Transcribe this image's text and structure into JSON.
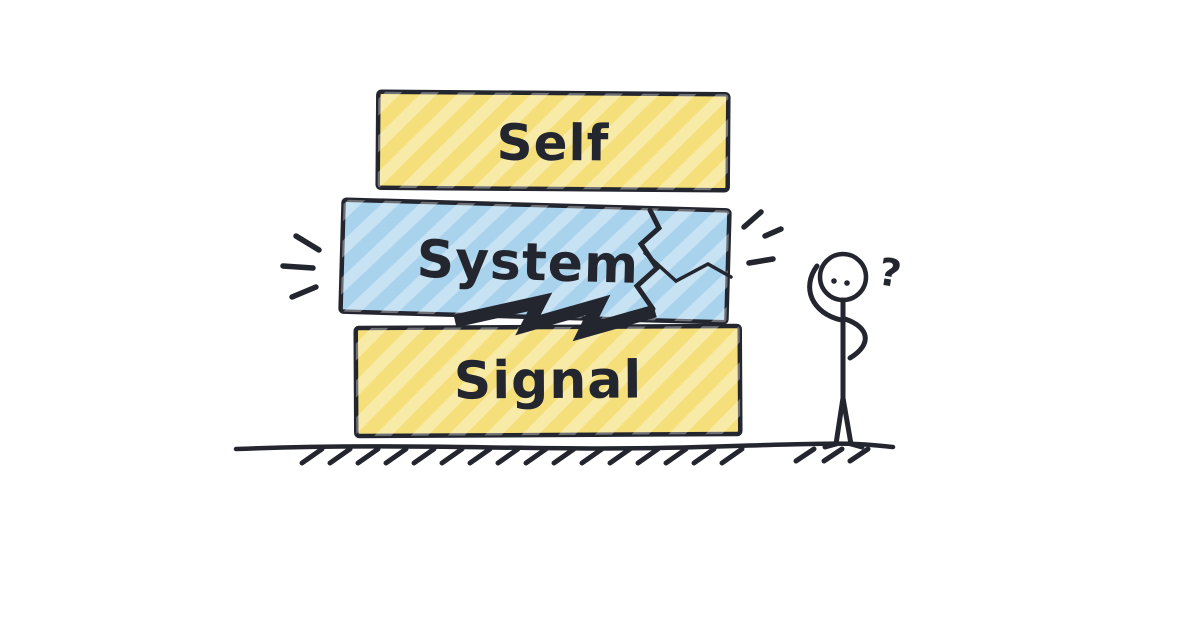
{
  "page": {
    "title": "Self / System / Signal illustration",
    "background": "#ffffff"
  },
  "colors": {
    "outline": "#23262f",
    "ink": "#23262f",
    "yellow": "#f5df7a",
    "blue": "#a9d3ed"
  },
  "blocks": {
    "self": {
      "label": "Self",
      "fill": "#f5df7a"
    },
    "system": {
      "label": "System",
      "fill": "#a9d3ed"
    },
    "signal": {
      "label": "Signal",
      "fill": "#f5df7a"
    }
  },
  "figure": {
    "question_mark": "?"
  }
}
